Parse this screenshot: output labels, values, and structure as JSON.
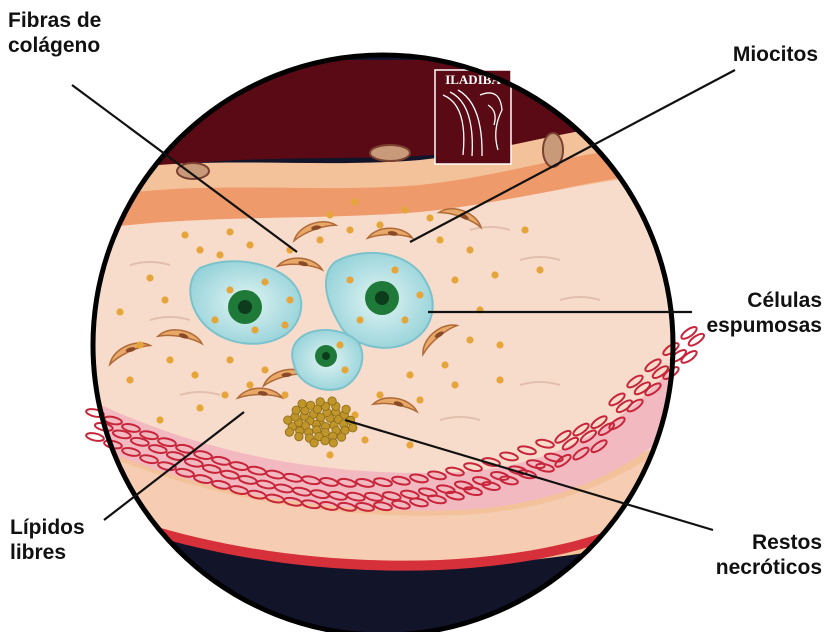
{
  "labels": {
    "collagen": {
      "line1": "Fibras de",
      "line2": "colágeno"
    },
    "myocytes": {
      "line1": "Miocitos"
    },
    "foam_cells": {
      "line1": "Células",
      "line2": "espumosas"
    },
    "lipids": {
      "line1": "Lípidos",
      "line2": "libres"
    },
    "necrotic": {
      "line1": "Restos",
      "line2": "necróticos"
    }
  },
  "logo": {
    "text": "ILADIBA"
  },
  "colors": {
    "lumen": "#12142a",
    "adventitia": "#5a0a14",
    "intima": "#f8d9c8",
    "media_cells": "#c8243a",
    "foam_cell": "#a8dce0",
    "nucleus": "#1f7a3a",
    "lipid_dot": "#e6a53a",
    "myocyte": "#e7a868",
    "necrotic_core": "#c0962a"
  }
}
